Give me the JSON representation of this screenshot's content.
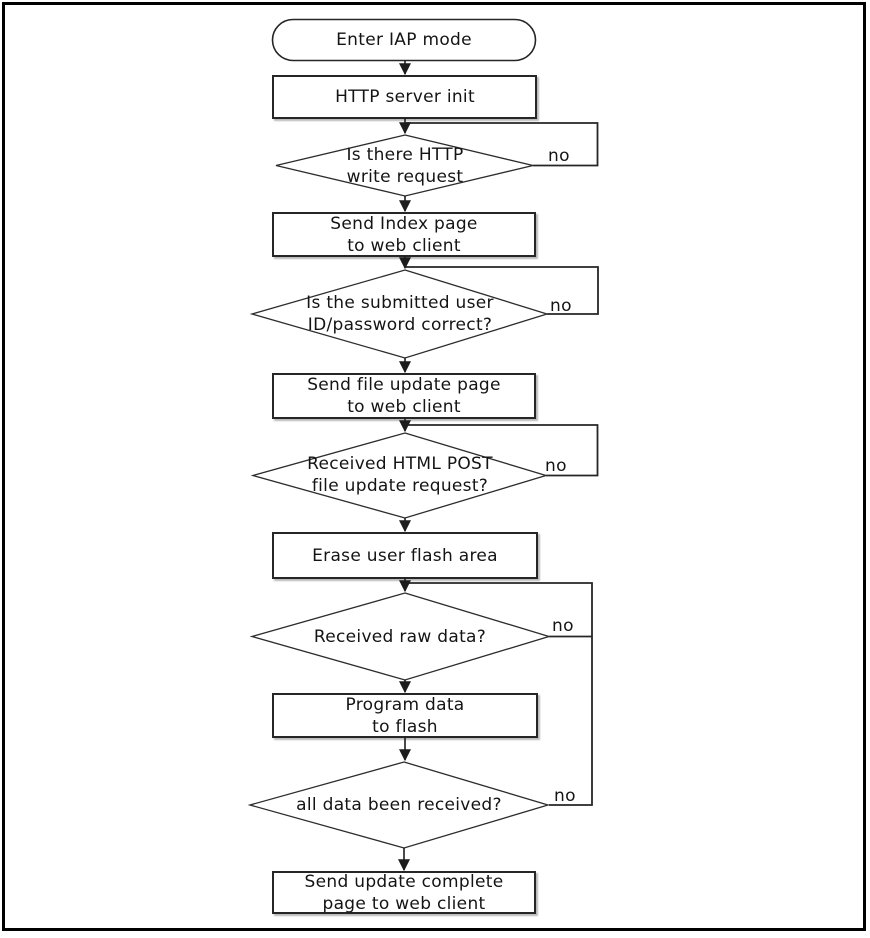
{
  "diagram_type": "flowchart",
  "colors": {
    "background": "#ffffff",
    "stroke": "#262626",
    "text": "#141414"
  },
  "nodes": [
    {
      "id": "enter-iap-mode",
      "type": "terminator",
      "label": "Enter IAP mode"
    },
    {
      "id": "http-server-init",
      "type": "process",
      "label": "HTTP server init"
    },
    {
      "id": "http-write-request",
      "type": "decision",
      "label": "Is there HTTP\nwrite request",
      "no_label": "no"
    },
    {
      "id": "send-index-page",
      "type": "process",
      "label": "Send Index page\nto web client"
    },
    {
      "id": "id-password-correct",
      "type": "decision",
      "label": "Is the submitted user\nID/password correct?",
      "no_label": "no"
    },
    {
      "id": "send-file-update-page",
      "type": "process",
      "label": "Send file update page\nto web client"
    },
    {
      "id": "html-post-request",
      "type": "decision",
      "label": "Received HTML POST\nfile update request?",
      "no_label": "no"
    },
    {
      "id": "erase-user-flash",
      "type": "process",
      "label": "Erase user flash area"
    },
    {
      "id": "received-raw-data",
      "type": "decision",
      "label": "Received raw data?",
      "no_label": "no"
    },
    {
      "id": "program-data-to-flash",
      "type": "process",
      "label": "Program data\nto flash"
    },
    {
      "id": "all-data-received",
      "type": "decision",
      "label": "all data been received?",
      "no_label": "no"
    },
    {
      "id": "send-update-complete",
      "type": "process",
      "label": "Send update complete\npage to web client"
    }
  ]
}
